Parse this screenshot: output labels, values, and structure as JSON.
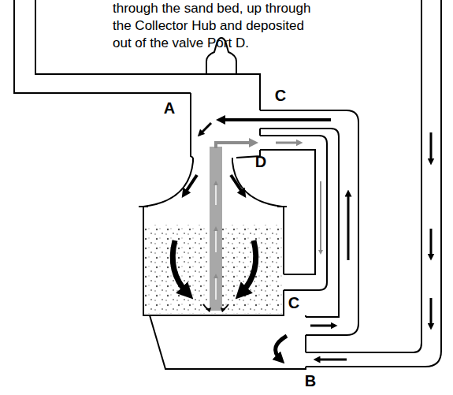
{
  "diagram": {
    "labels": [
      "through the sand bed, up through the Collector Hub and deposited out of the valve Port D.",
      "A",
      "C",
      "D",
      "C",
      "B"
    ]
  }
}
